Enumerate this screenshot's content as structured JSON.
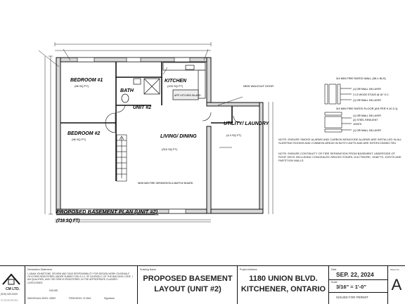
{
  "plan": {
    "title": "PROPOSED BASEMENT PLAN (UNIT #2)",
    "area": "(716 SQ FT)",
    "rooms": {
      "bedroom1": {
        "name": "BEDROOM #1",
        "area": "(96 SQ FT)"
      },
      "bedroom2": {
        "name": "BEDROOM #2",
        "area": "(96 SQ FT)"
      },
      "bath": {
        "name": "BATH"
      },
      "unit": {
        "name": "UNIT #2"
      },
      "kitchen": {
        "name": "KITCHEN",
        "area": "(100 SQ FT)"
      },
      "living": {
        "name": "LIVING/ DINING",
        "area": "(310 SQ FT)"
      },
      "utility": {
        "name": "UTILITY/ LAUNDRY",
        "area": "(4.3 SQ FT)"
      }
    },
    "callouts": {
      "kitchen_island": "APP. KITCHEN ISLAND",
      "walkout": "NEW WALKOUT DOOR",
      "ceiling_note": "NEW MIN FIRE SEPARATION & BAFFLE BOARD"
    }
  },
  "details": {
    "wall_a_title": "3/4 MIN FIRE RATED WALL (55-1 BLS)",
    "wall_a_layers": [
      "(1) DRYWALL 5/8 LAYER",
      "3 1/2 WOOD STUDS @ 16\" O.C.",
      "(1) DRYWALL 5/8 LAYER"
    ],
    "wall_b_title": "3/4 MIN FIRE RATED FLOOR (AS PER 9.10.3.1)",
    "wall_b_layers": [
      "(1) DRYWALL 5/8 LAYER",
      "(2) STEEL RESILIENT",
      "JOISTS",
      "(1) DRYWALL 5/8 LAYER"
    ],
    "notes": [
      "NOTE: ENSURE SMOKE ALARMS AND CARBON MONOXIDE ALARMS ARE INSTALLED IN ALL SLEEPING ROOMS AND COMMON AREAS IN BOTH UNITS AND ARE INTERCONNECTED",
      "NOTE: ENSURE CONTINUITY OF FIRE SEPARATION FROM BASEMENT UNDERSIDE OF ROOF DECK INCLUDING CONCEALED SPACES STAIRS, DUCTWORK, SHAFTS, JOISTS AND PARTITION WALLS"
    ]
  },
  "titleblock": {
    "logo_text": "CM LTD.",
    "firm_phone": "(519) 000-0000",
    "designer_caption": "Declaration Statement",
    "designer_text": "I, ADAM JOHNSTONE, REVIEW AND TAKE RESPONSIBILITY FOR DESIGN WORK ON BEHALF OF A FIRM REGISTERED UNDER SUBSECTION 3.2.4. OF DIVISION C OF THE BUILDING CODE. I AM QUALIFIED, AND THE FIRM IS REGISTERED, IN THE APPROPRIATE CLASSES / CATEGORIES.",
    "house_label": "HOUSE",
    "individual_bcin": "INDIVIDUAL BCIN: 43567",
    "firm_bcin": "FIRM BCIN: 117464",
    "signature_caption": "Signature",
    "drawing_caption": "Drawing Name",
    "drawing_title_l1": "PROPOSED BASEMENT",
    "drawing_title_l2": "LAYOUT (UNIT #2)",
    "project_caption": "Project Address",
    "address_l1": "1180 UNION BLVD.",
    "address_l2": "KITCHENER, ONTARIO",
    "date_caption": "Date",
    "date": "SEP. 22, 2024",
    "scale_caption": "Scale",
    "scale": "3/16\" = 1'-0\"",
    "status": "ISSUED FOR PERMIT",
    "sheet_caption": "Sheet No.",
    "sheet": "A",
    "watermark": "Cornerstone"
  }
}
